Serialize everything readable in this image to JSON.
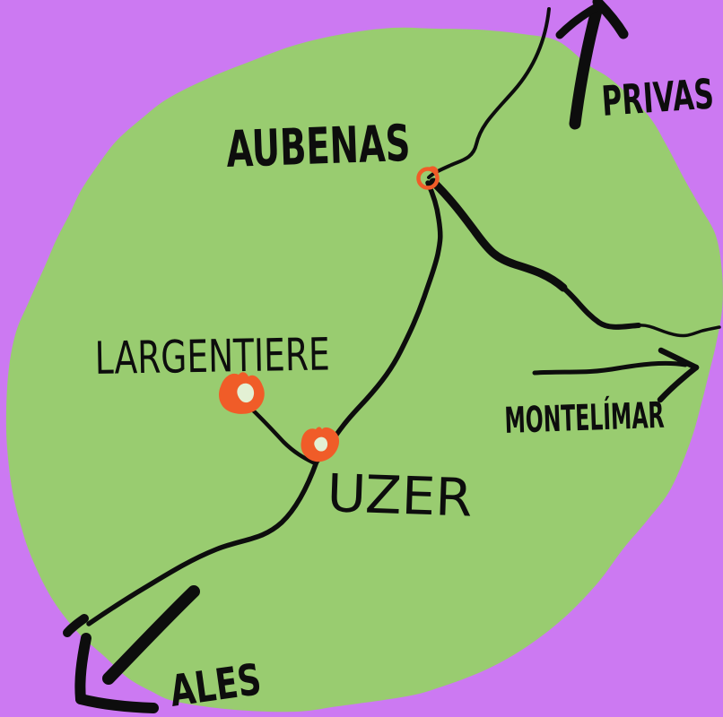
{
  "map": {
    "colors": {
      "background": "#CC79F2",
      "island": "#99CC70",
      "ink": "#0d0d0d",
      "marker": "#F05C28",
      "marker_hole": "#E3F0D4"
    },
    "places": {
      "aubenas": "AUBENAS",
      "largentiere": "LARGENTIERE",
      "uzer": "UZER"
    },
    "directions": {
      "privas": "PRIVAS",
      "montelimar": "MONTELÍMAR",
      "ales": "ALES"
    }
  }
}
